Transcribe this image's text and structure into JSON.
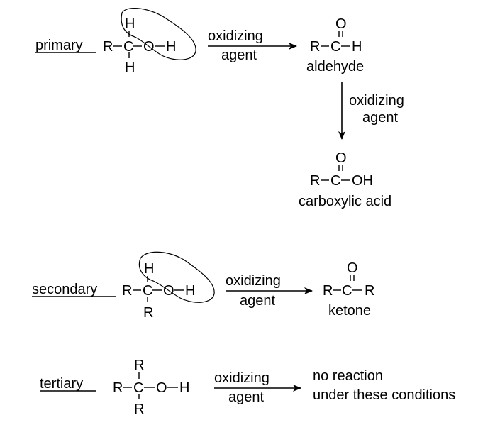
{
  "labels": {
    "primary": "primary",
    "secondary": "secondary",
    "tertiary": "tertiary"
  },
  "reagent": {
    "line1": "oxidizing",
    "line2": "agent"
  },
  "atoms": {
    "R": "R",
    "C": "C",
    "O": "O",
    "H": "H",
    "OH": "OH"
  },
  "products": {
    "aldehyde": "aldehyde",
    "carboxylic_acid": "carboxylic acid",
    "ketone": "ketone",
    "no_reaction_line1": "no reaction",
    "no_reaction_line2": "under these conditions"
  }
}
